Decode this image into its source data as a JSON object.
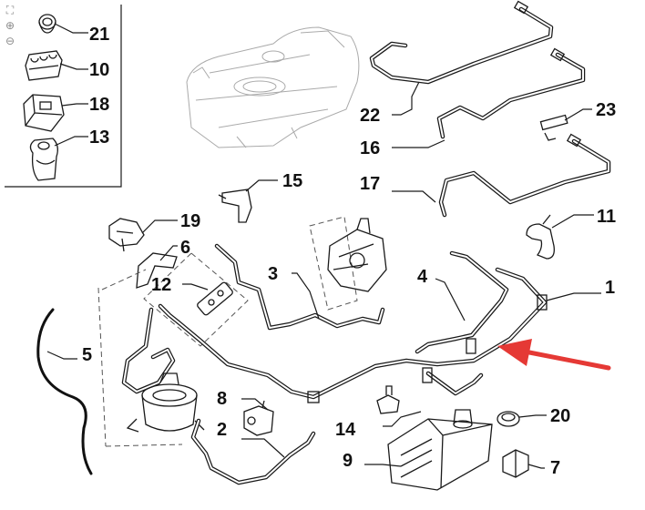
{
  "toolbar": {
    "fit_icon": "fit-screen-icon",
    "zoom_in_icon": "zoom-in-icon",
    "zoom_out_icon": "zoom-out-icon",
    "fit_glyph": "⛶",
    "zoom_in_glyph": "⊕",
    "zoom_out_glyph": "⊖"
  },
  "callouts": {
    "c1": "1",
    "c2": "2",
    "c3": "3",
    "c4": "4",
    "c5": "5",
    "c6": "6",
    "c7": "7",
    "c8": "8",
    "c9": "9",
    "c10": "10",
    "c11": "11",
    "c12": "12",
    "c13": "13",
    "c14": "14",
    "c15": "15",
    "c16": "16",
    "c17": "17",
    "c18": "18",
    "c19": "19",
    "c20": "20",
    "c21": "21",
    "c22": "22",
    "c23": "23"
  },
  "colors": {
    "line": "#1a1a1a",
    "highlight_arrow": "#e53935",
    "background": "#ffffff"
  }
}
